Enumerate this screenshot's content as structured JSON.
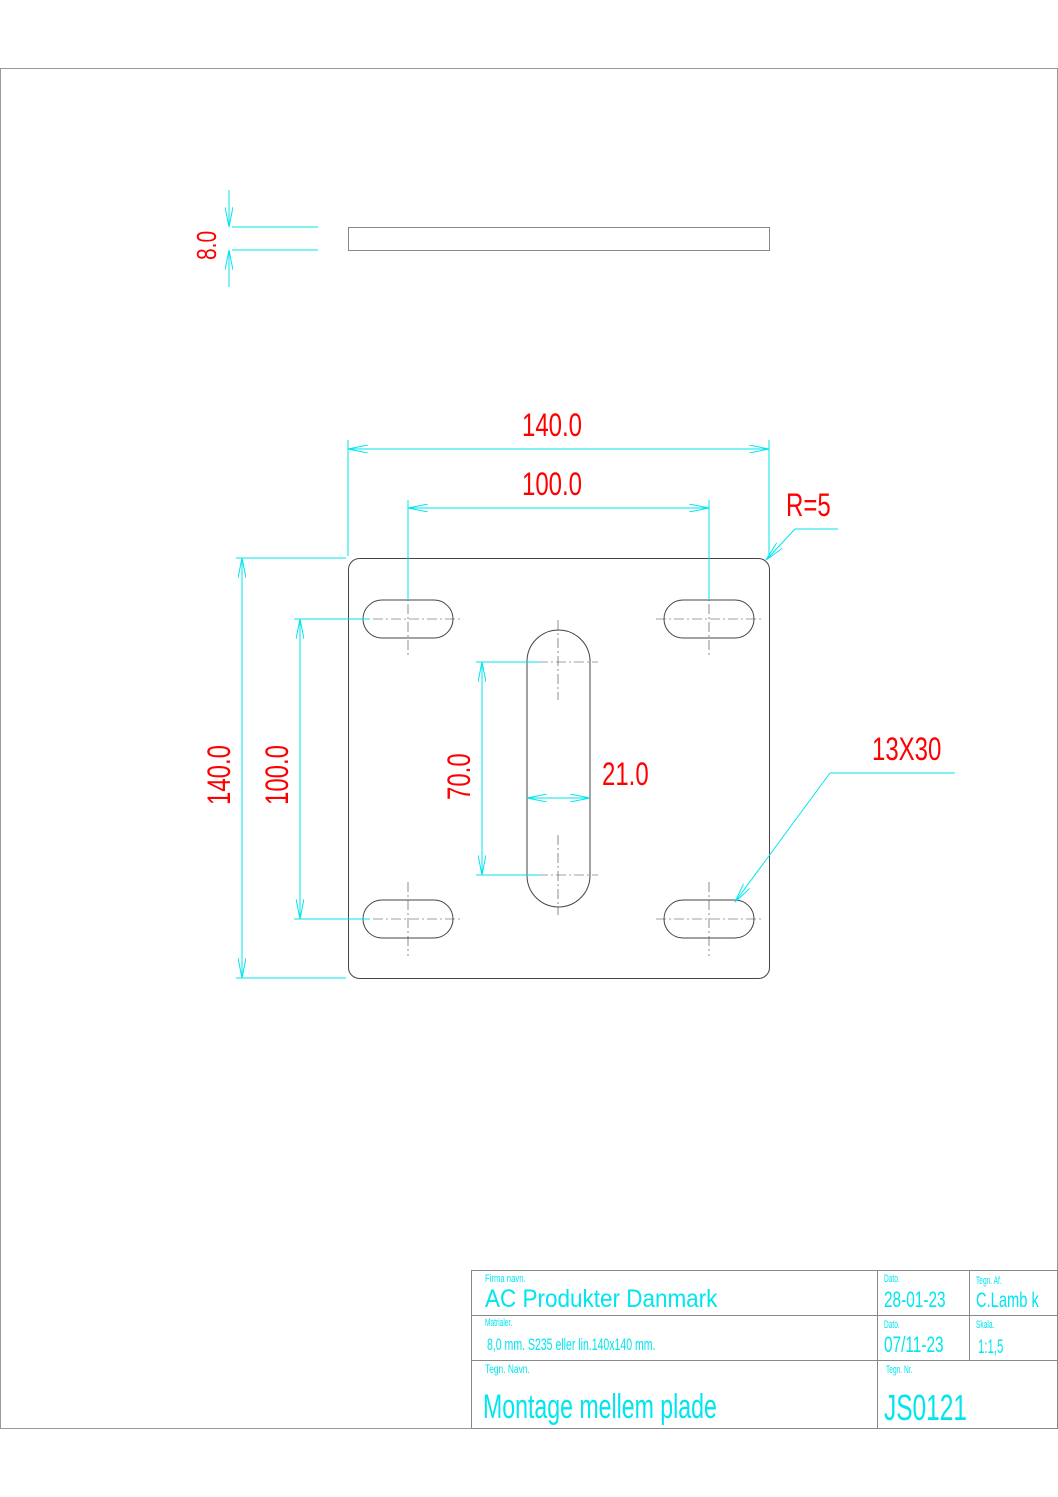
{
  "drawing": {
    "dimensions": {
      "thickness": "8.0",
      "width_overall": "140.0",
      "width_holes": "100.0",
      "radius": "R=5",
      "height_overall": "140.0",
      "height_holes": "100.0",
      "slot_length": "70.0",
      "slot_width": "21.0",
      "hole_size": "13X30"
    }
  },
  "title_block": {
    "company_label": "Firma navn.",
    "company": "AC Produkter Danmark",
    "date1_label": "Dato.",
    "date1": "28-01-23",
    "drawn_by_label": "Tegn. Af.",
    "drawn_by": "C.Lamb k",
    "material_label": "Matrialer.",
    "material": "8,0 mm. S235 eller lin.140x140 mm.",
    "date2_label": "Dato.",
    "date2": "07/11-23",
    "scale_label": "Skala.",
    "scale": "1:1,5",
    "name_label": "Tegn. Navn.",
    "name": "Montage mellem plade",
    "number_label": "Tegn. Nr.",
    "number": "JS0121"
  }
}
